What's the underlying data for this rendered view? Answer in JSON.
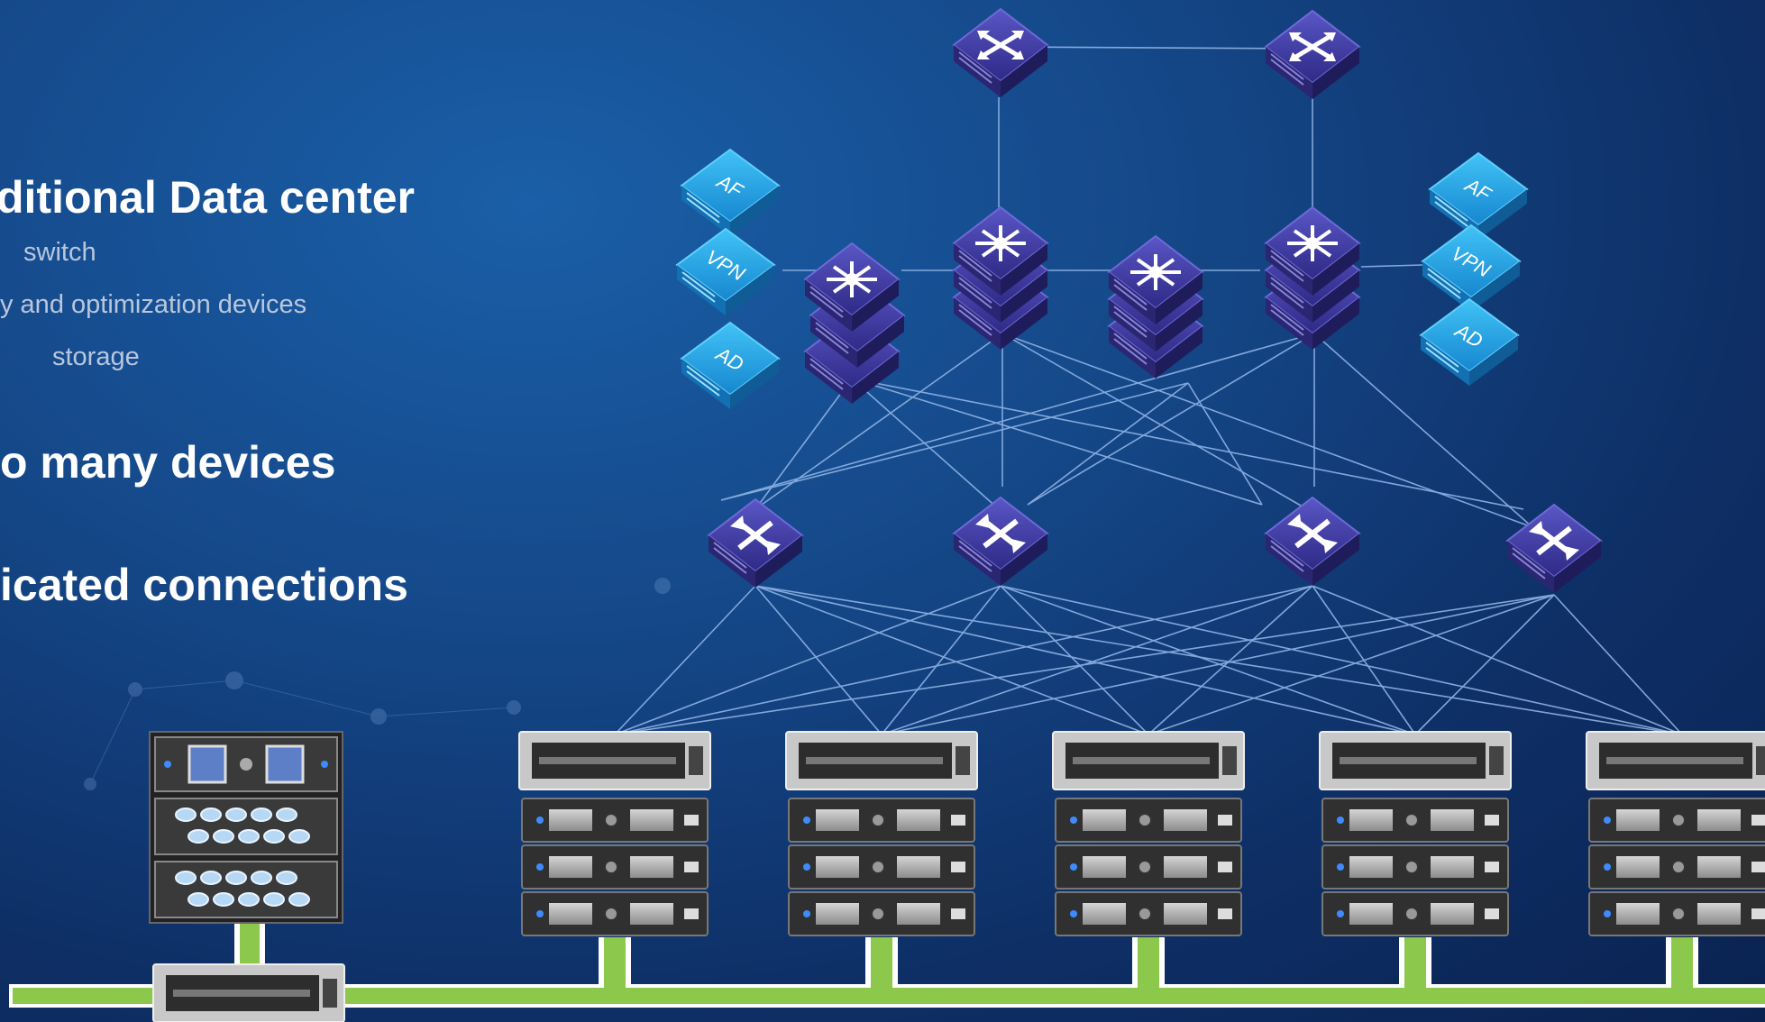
{
  "slide": {
    "heading_1": "ditional Data center",
    "bullet_1": "switch",
    "bullet_2": "y and optimization devices",
    "bullet_3": "storage",
    "heading_2": "o many devices",
    "heading_3": "icated connections"
  },
  "device_labels": {
    "af_left": "AF",
    "vpn_left": "VPN",
    "ad_left": "AD",
    "af_right": "AF",
    "vpn_right": "VPN",
    "ad_right": "AD"
  },
  "colors": {
    "background": "#15498a",
    "device_purple": "#3b3a96",
    "device_blue": "#1c9ee0",
    "link_line": "#8fb3e6",
    "green_bus": "#8cc84b",
    "rack": "#4a4a4a"
  },
  "icons": {
    "core_router": "router-arrows-icon",
    "aggregation_switch": "stacked-switch-icon",
    "access_switch": "access-switch-icon",
    "server_rack": "server-rack-icon",
    "storage_rack": "storage-rack-icon"
  }
}
